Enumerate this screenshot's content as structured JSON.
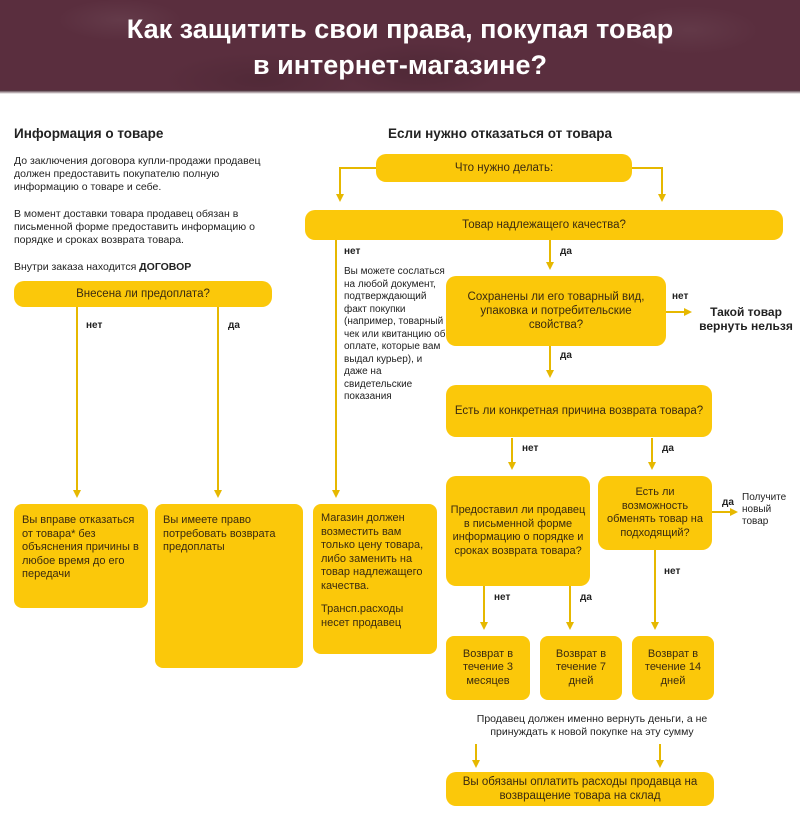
{
  "header": {
    "title_line1": "Как защитить свои права, покупая товар",
    "title_line2": "в интернет-магазине?"
  },
  "left": {
    "heading": "Информация о товаре",
    "para1": "До заключения договора купли-продажи продавец должен предоставить покупателю полную информацию о товаре и себе.",
    "para2": "В момент доставки товара продавец обязан в письменной форме предоставить информацию о порядке и сроках возврата товара.",
    "contract_prefix": "Внутри заказа находится ",
    "contract_word": "ДОГОВОР",
    "prepay_question": "Внесена ли предоплата?",
    "label_no": "нет",
    "label_yes": "да",
    "box_no": "Вы вправе отказаться от товара* без объяснения причины в любое время до его передачи",
    "box_yes": "Вы имеете право потребовать возврата предоплаты"
  },
  "right": {
    "heading": "Если нужно отказаться от товара",
    "what_to_do": "Что нужно делать:",
    "quality_question": "Товар надлежащего качества?",
    "no_label": "нет",
    "yes_label": "да",
    "proof_text": "Вы можете сослаться на любой документ, подтверждающий факт покупки (например, товарный чек или квитанцию об оплате, которые вам выдал курьер), и даже на свидетельские показания",
    "store_box_p1": "Магазин должен возместить вам только цену товара, либо заменить на товар надлежащего качества.",
    "store_box_p2": "Трансп.расходы несет продавец",
    "preserved_question": "Сохранены ли его товарный вид, упаковка и потребительские свойства?",
    "preserved_no": "нет",
    "cannot_return": "Такой товар вернуть нельзя",
    "preserved_yes": "да",
    "reason_question": "Есть ли конкретная причина возврата товара?",
    "reason_no": "нет",
    "reason_yes": "да",
    "provided_question": "Предоставил ли продавец в письменной форме информацию о порядке и сроках возврата товара?",
    "exchange_question": "Есть ли возможность обменять товар на подходящий?",
    "exchange_yes": "да",
    "get_new": "Получите новый товар",
    "provided_no": "нет",
    "provided_yes": "да",
    "exchange_no": "нет",
    "return_3m": "Возврат в течение 3 месяцев",
    "return_7d": "Возврат в течение 7 дней",
    "return_14d": "Возврат в течение 14 дней",
    "money_note": "Продавец должен именно вернуть деньги, а не принуждать к новой покупке на эту сумму",
    "pay_costs": "Вы обязаны оплатить расходы продавца на возвращение товара на склад"
  },
  "colors": {
    "header_bg": "#5a2e3e",
    "accent_yellow": "#fbc80a",
    "arrow": "#e6b800"
  }
}
